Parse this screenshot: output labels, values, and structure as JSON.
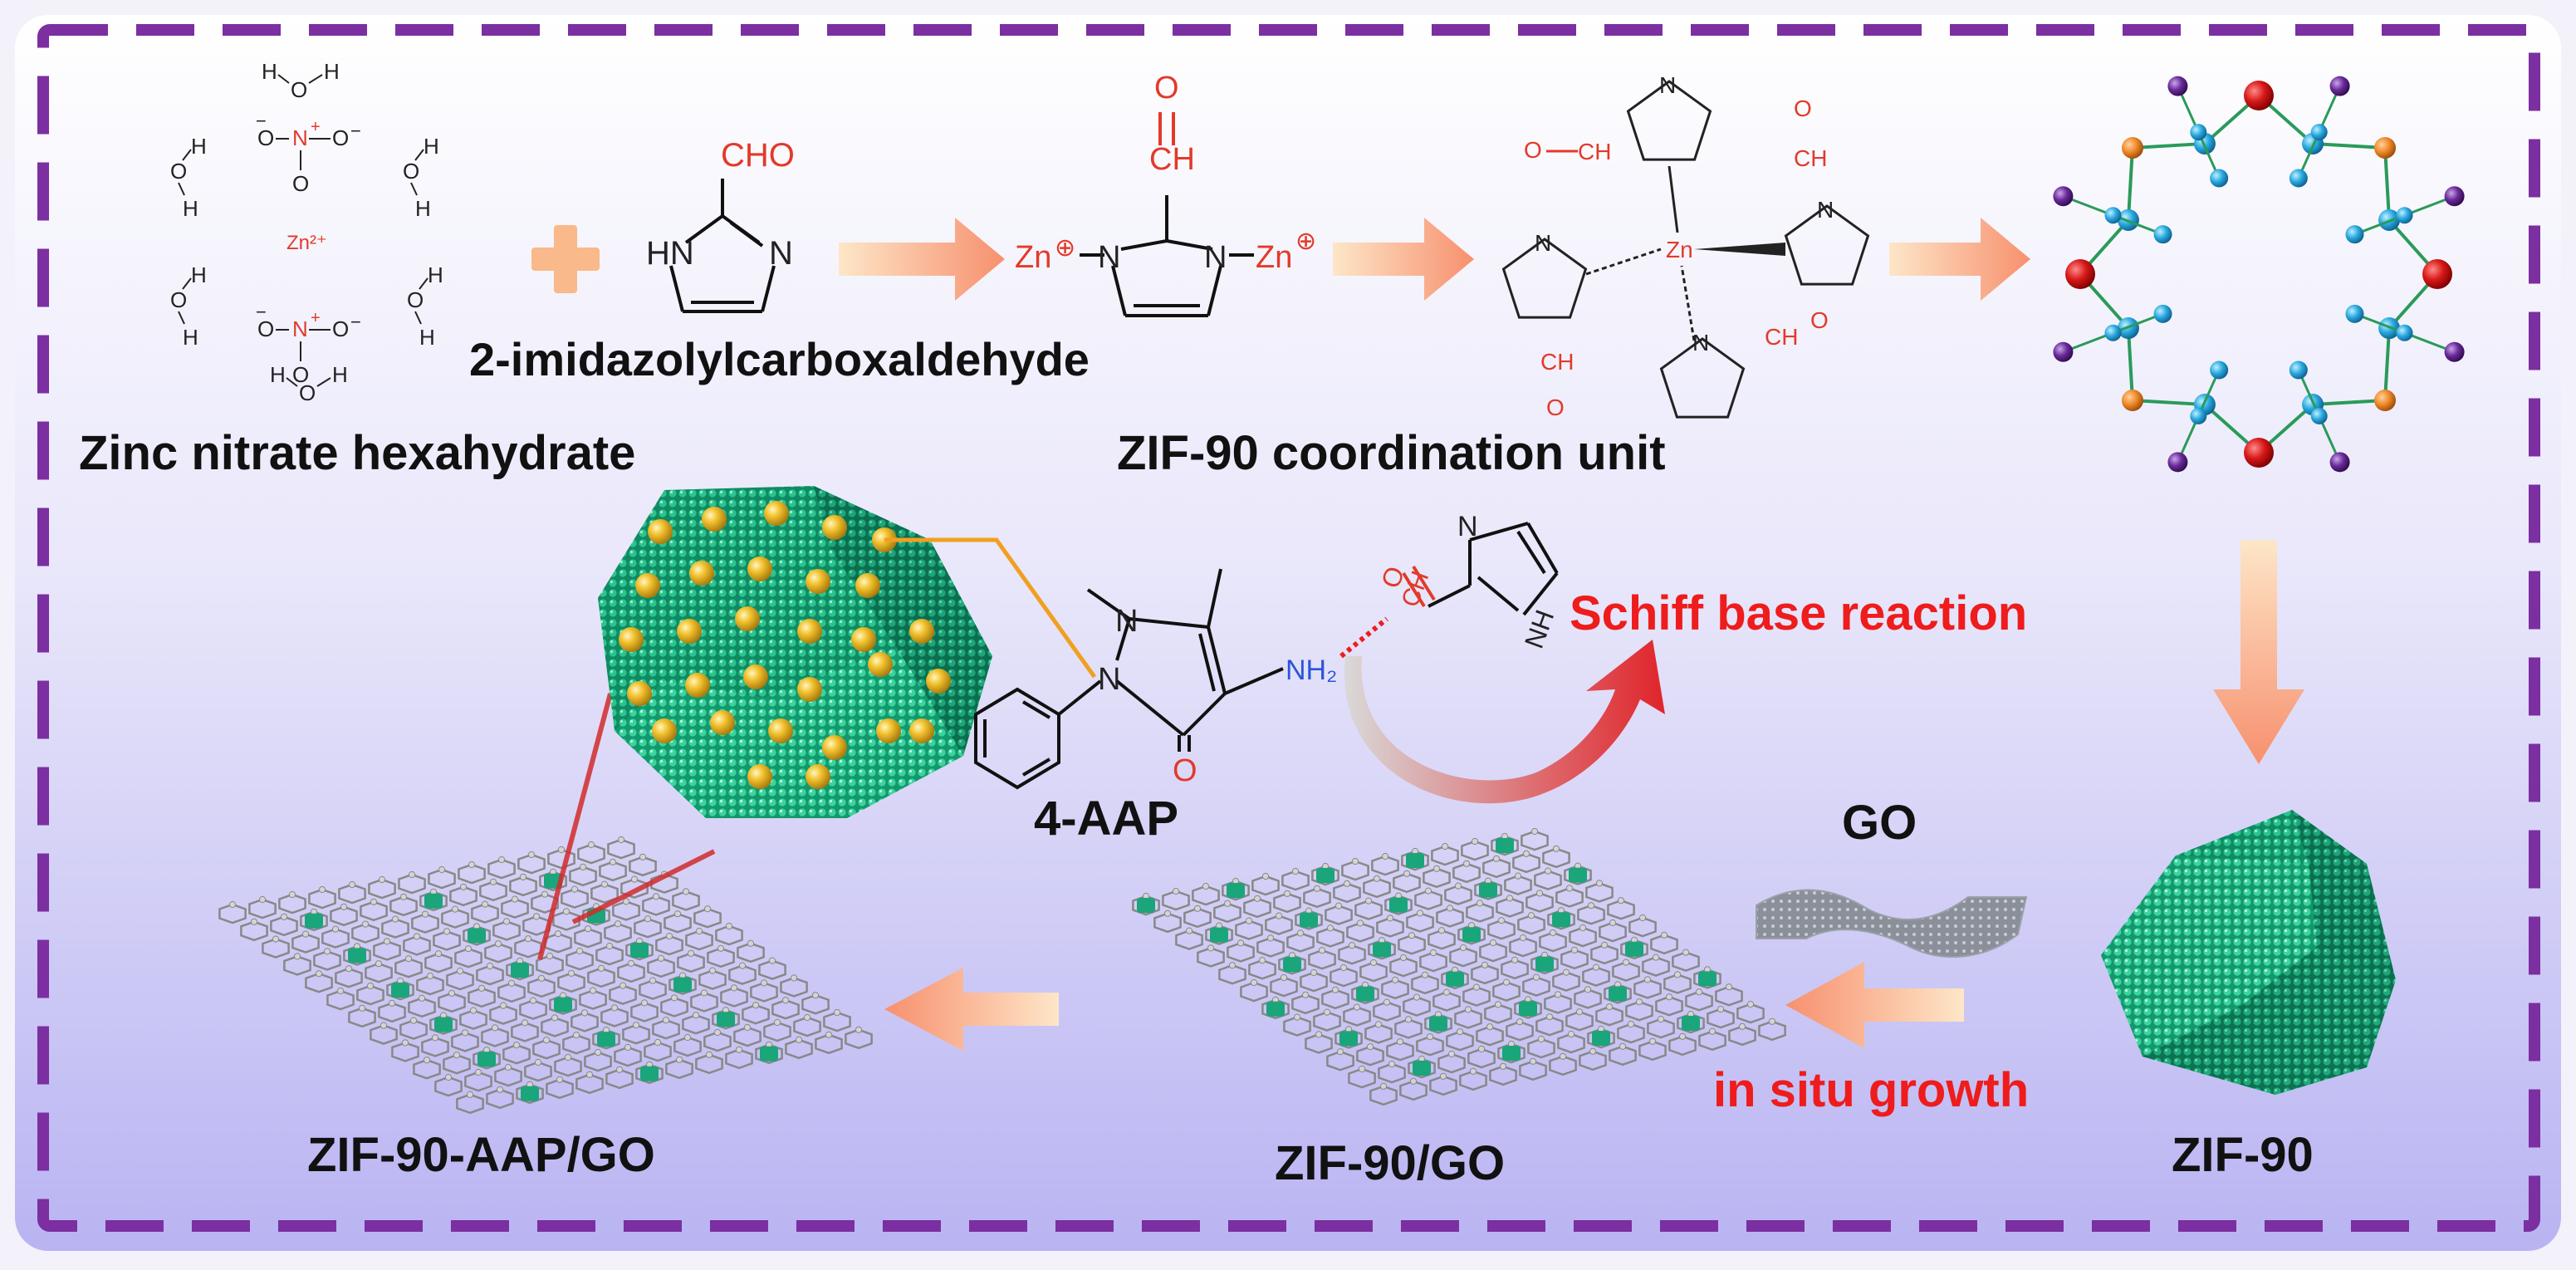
{
  "labels": {
    "zinc_nitrate": "Zinc nitrate hexahydrate",
    "imidazole": "2-imidazolylcarboxaldehyde",
    "coordination_unit": "ZIF-90 coordination unit",
    "schiff": "Schiff base reaction",
    "aap": "4-AAP",
    "go": "GO",
    "in_situ": "in situ growth",
    "zif90": "ZIF-90",
    "zif90_go": "ZIF-90/GO",
    "zif90_aap_go": "ZIF-90-AAP/GO"
  },
  "chem": {
    "water": "H",
    "water_o": "O",
    "nitrate_n": "N",
    "nitrate_plus": "+",
    "nitrate_minus": "−",
    "zn2": "Zn²⁺",
    "cho": "CHO",
    "hn": "HN",
    "n": "N",
    "zn": "Zn",
    "oplus": "⊕",
    "ch": "CH",
    "o": "O",
    "nh2": "NH₂",
    "nh": "NH"
  },
  "colors": {
    "frame_border": "#7b2fa0",
    "arrow": "#f79a7a",
    "arrow_light": "#fde6c8",
    "zif_green": "#1aa57a",
    "zif_sphere": "#e6b428",
    "red_text": "#ee1c1c",
    "red_arrow": "#e0242a"
  }
}
